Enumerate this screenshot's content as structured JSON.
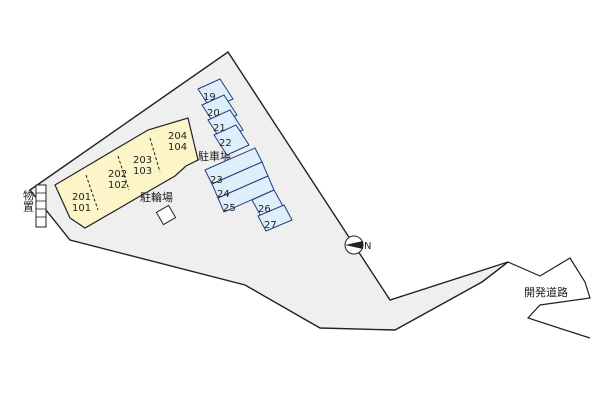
{
  "labels": {
    "storage": "物置",
    "parking": "駐車場",
    "bicycle_parking": "駐輪場",
    "development_road": "開発道路"
  },
  "units": [
    {
      "upper": "201",
      "lower": "101"
    },
    {
      "upper": "202",
      "lower": "102"
    },
    {
      "upper": "203",
      "lower": "103"
    },
    {
      "upper": "204",
      "lower": "104"
    }
  ],
  "parking_spaces": [
    "19",
    "20",
    "21",
    "22",
    "23",
    "24",
    "25",
    "26",
    "27"
  ],
  "compass": {
    "letter": "N"
  },
  "colors": {
    "lot": "#efefef",
    "building": "#fbf5c8",
    "parking": "#dfeefb",
    "outline": "#1f3f7a",
    "road": "#ffffff"
  }
}
